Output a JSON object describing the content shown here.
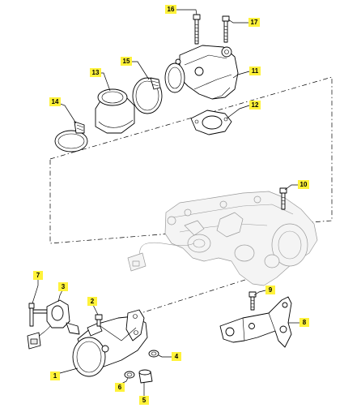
{
  "callouts": [
    {
      "id": "1",
      "label": "1"
    },
    {
      "id": "2",
      "label": "2"
    },
    {
      "id": "3",
      "label": "3"
    },
    {
      "id": "4",
      "label": "4"
    },
    {
      "id": "5",
      "label": "5"
    },
    {
      "id": "6",
      "label": "6"
    },
    {
      "id": "7",
      "label": "7"
    },
    {
      "id": "8",
      "label": "8"
    },
    {
      "id": "9",
      "label": "9"
    },
    {
      "id": "10",
      "label": "10"
    },
    {
      "id": "11",
      "label": "11"
    },
    {
      "id": "12",
      "label": "12"
    },
    {
      "id": "13",
      "label": "13"
    },
    {
      "id": "14",
      "label": "14"
    },
    {
      "id": "15",
      "label": "15"
    },
    {
      "id": "16",
      "label": "16"
    },
    {
      "id": "17",
      "label": "17"
    }
  ],
  "colors": {
    "callout_fill": "#fff23a",
    "line": "#000000",
    "ghost": "#9a9a9a"
  }
}
